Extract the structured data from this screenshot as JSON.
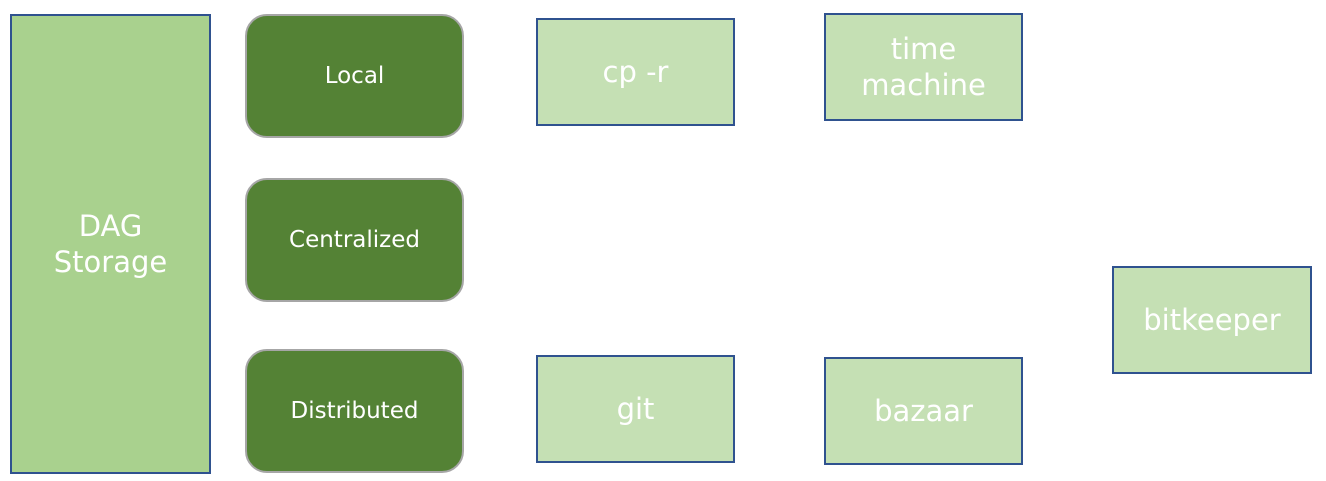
{
  "storage": {
    "label": "DAG\nStorage",
    "fill": "#a9d18e",
    "border": "#2f528f"
  },
  "categories": [
    {
      "label": "Local"
    },
    {
      "label": "Centralized"
    },
    {
      "label": "Distributed"
    }
  ],
  "category_style": {
    "fill": "#548235",
    "border": "#a6a6a6"
  },
  "tools": [
    {
      "label": "cp -r"
    },
    {
      "label": "time\nmachine"
    },
    {
      "label": "git"
    },
    {
      "label": "bazaar"
    },
    {
      "label": "bitkeeper"
    }
  ],
  "tool_style": {
    "fill": "#c5e0b4",
    "border": "#2f528f"
  }
}
